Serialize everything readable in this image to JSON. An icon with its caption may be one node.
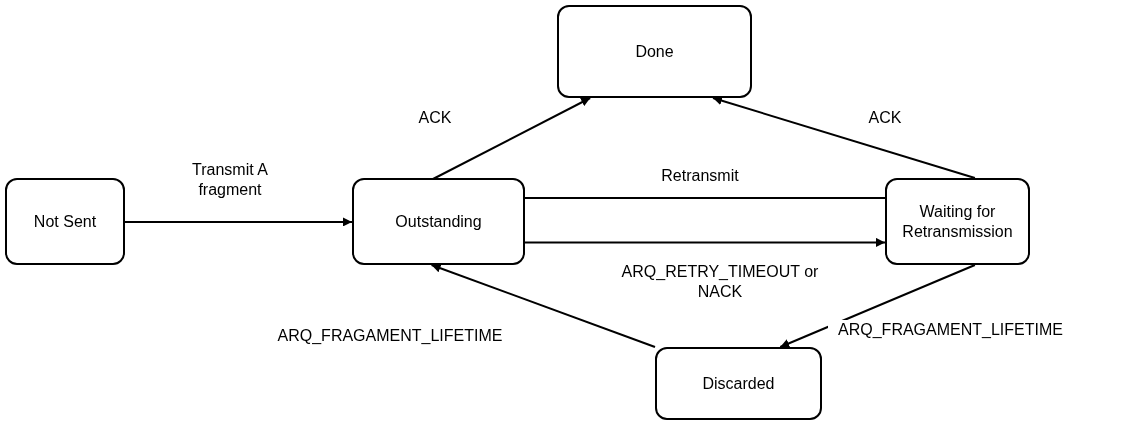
{
  "diagram": {
    "nodes": [
      {
        "text": [
          "Not Sent"
        ]
      },
      {
        "text": [
          "Outstanding"
        ]
      },
      {
        "text": [
          "Done"
        ]
      },
      {
        "text": [
          "Waiting for Retransmission"
        ]
      },
      {
        "text": [
          "Discarded"
        ]
      }
    ],
    "edges": [
      {
        "from": 0,
        "to": 1,
        "arrow": "to",
        "label": "Transmit A fragment"
      },
      {
        "from": 1,
        "to": 2,
        "arrow": "to",
        "label": "ACK"
      },
      {
        "from": 3,
        "to": 2,
        "arrow": "to",
        "label": "ACK"
      },
      {
        "from": 3,
        "to": 1,
        "arrow": "to",
        "label": "Retransmit"
      },
      {
        "from": 1,
        "to": 3,
        "arrow": "to",
        "label": "ARQ_RETRY_TIMEOUT or NACK"
      },
      {
        "from": 4,
        "to": 1,
        "arrow": "to",
        "label": "ARQ_FRAGAMENT_LIFETIME"
      },
      {
        "from": 3,
        "to": 4,
        "arrow": "to",
        "label": "ARQ_FRAGAMENT_LIFETIME"
      }
    ]
  }
}
